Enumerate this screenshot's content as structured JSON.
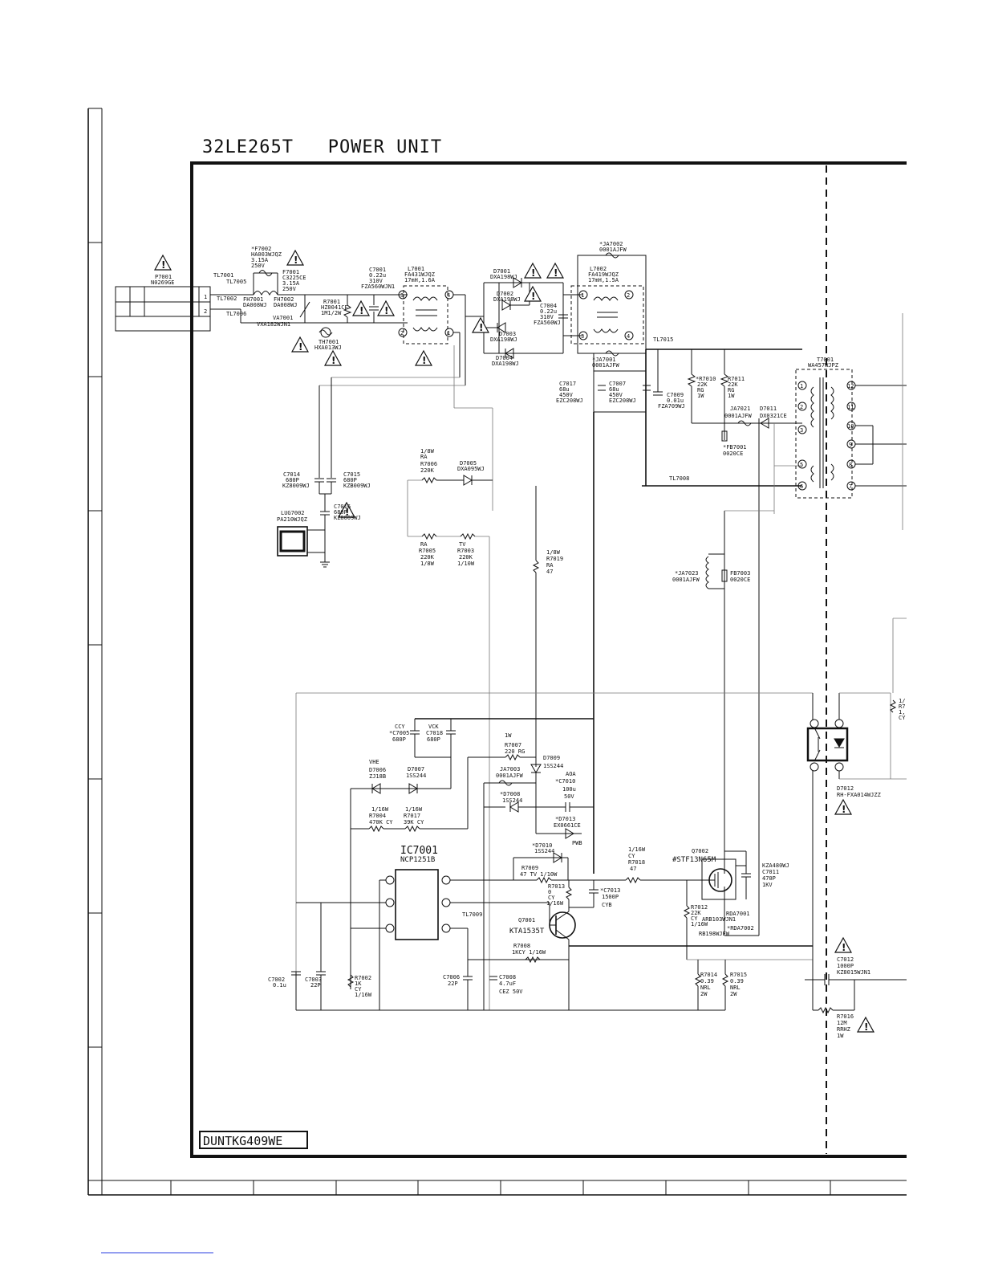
{
  "title": "32LE265T   POWER UNIT",
  "part_number": "DUNTKG409WE",
  "ic": {
    "name": "IC7001",
    "part": "NCP1251B"
  },
  "connector": {
    "ref": "P7001",
    "part": "N0269GE",
    "pin1": "1",
    "pin2": "2"
  },
  "labels": {
    "tl7001": "TL7001",
    "tl7005": "TL7005",
    "tl7002": "TL7002",
    "tl7006": "TL7006",
    "f7002": "*F7002",
    "f7002_part": "HA003WJQZ",
    "f7002_r1": "3.15A",
    "f7002_r2": "250V",
    "f7001": "F7001",
    "f7001_part": "C3225CE",
    "f7001_r1": "3.15A",
    "f7001_r2": "250V",
    "fh7001": "FH7001",
    "fh7001_part": "DA008WJ",
    "fh7002": "FH7002",
    "fh7002_part": "DA008WJ",
    "r7001": "R7001",
    "r7001_part": "HZ0041CE",
    "r7001_val": "1M1/2W",
    "va7001": "VA7001",
    "va7001_part": "VXA182WJN1",
    "th7001": "TH7001",
    "th7001_part": "HXA013WJ",
    "c7001": "C7001",
    "c7001_v1": "0.22u",
    "c7001_v2": "310V",
    "c7001_part": "FZA560WJN1",
    "l7001": "L7001",
    "l7001_part": "FA431WJQZ",
    "l7001_val": "17mH,1.6A",
    "d7001": "D7001",
    "d7001_part": "DXA198WJ",
    "d7002": "D7002",
    "d7002_part": "DXA198WJ",
    "d7003": "D7003",
    "d7003_part": "DXA198WJ",
    "d7004": "D7004",
    "d7004_part": "DXA198WJ",
    "c7004": "C7004",
    "c7004_v1": "0.22u",
    "c7004_v2": "310V",
    "c7004_part": "FZA560WJ",
    "ja7002": "*JA7002",
    "ja7002_part": "0001AJFW",
    "l7002": "L7002",
    "l7002_part": "FA419WJQZ",
    "l7002_val": "17mH,1.5A",
    "ja7001": "*JA7001",
    "ja7001_part": "0001AJFW",
    "tl7015": "TL7015",
    "c7017": "C7017",
    "c7017_v1": "68u",
    "c7017_v2": "450V",
    "c7017_part": "EZC208WJ",
    "c7007": "C7007",
    "c7007_v1": "68u",
    "c7007_v2": "450V",
    "c7007_part": "EZC208WJ",
    "c7009": "C7009",
    "c7009_v": "0.01u",
    "c7009_part": "FZA709WJ",
    "r7010": "*R7010",
    "r7010_v": "22K",
    "r7010_t": "RG",
    "r7010_w": "1W",
    "r7011": "R7011",
    "r7011_v": "22K",
    "r7011_t": "RG",
    "r7011_w": "1W",
    "ja7021": "JA7021",
    "ja7021_part": "0001AJFW",
    "d7011": "D7011",
    "d7011_part": "DX0321CE",
    "fb7001": "*FB7001",
    "fb7001_part": "0020CE",
    "t7001": "T7001",
    "t7001_part": "WA457WJPZ",
    "tl7008": "TL7008",
    "c7014": "C7014",
    "c7014_v": "680P",
    "c7014_part": "KZ8009WJ",
    "c7015": "C7015",
    "c7015_v": "680P",
    "c7015_part": "KZB009WJ",
    "c7016": "C7016",
    "c7016_v": "680P",
    "c7016_part": "KZ8009WJ",
    "lug7002": "LUG7002",
    "lug7002_part": "PA210WJQZ",
    "r7006_w": "1/8W",
    "r7006_t": "RA",
    "r7006": "R7006",
    "r7006_v": "220K",
    "d7005": "D7005",
    "d7005_part": "DXA095WJ",
    "r7005_t": "RA",
    "r7005": "R7005",
    "r7005_v": "220K",
    "r7005_w": "1/8W",
    "r7003_t": "TV",
    "r7003": "R7003",
    "r7003_v": "220K",
    "r7003_w": "1/10W",
    "r7019_w": "1/8W",
    "r7019": "R7019",
    "r7019_t": "RA",
    "r7019_v": "47",
    "ja7023": "*JA7023",
    "ja7023_part": "0001AJFW",
    "fb7003": "FB7003",
    "fb7003_part": "0020CE",
    "c7005_t": "CCY",
    "c7005": "*C7005",
    "c7005_v": "680P",
    "c7018_t": "VCK",
    "c7018": "C7018",
    "c7018_v": "680P",
    "r7007_w": "1W",
    "r7007": "R7007",
    "r7007_v": "220 RG",
    "d7009": "D7009",
    "d7009_part": "1SS244",
    "d7006_t": "VHE",
    "d7006": "D7006",
    "d7006_part": "ZJ18B",
    "d7007": "D7007",
    "d7007_part": "1SS244",
    "ja7003": "JA7003",
    "ja7003_part": "0001AJFW",
    "c7010_t": "AOA",
    "c7010": "*C7010",
    "c7010_v1": "100u",
    "c7010_v2": "50V",
    "d7008": "*D7008",
    "d7008_part": "1SS244",
    "r7004_w": "1/16W",
    "r7004": "R7004",
    "r7004_v": "470K CY",
    "r7017_w": "1/16W",
    "r7017": "R7017",
    "r7017_v": "39K CY",
    "d7013": "*D7013",
    "d7013_part": "EX0661CE",
    "pwb": "PWB",
    "d7010": "*D7010",
    "d7010_part": "1SS244",
    "r7009": "R7009",
    "r7009_v": "47 TV 1/10W",
    "r7013": "R7013",
    "r7013_v": "0",
    "r7013_t": "CY",
    "r7013_w": "1/16W",
    "c7013": "*C7013",
    "c7013_v": "1500P",
    "c7013_t": "CYB",
    "r7018_w": "1/16W",
    "r7018_t": "CY",
    "r7018": "R7018",
    "r7018_v": "47",
    "q7002": "Q7002",
    "q7002_part": "#STF13N65M",
    "c7011_part": "KZA480WJ",
    "c7011": "C7011",
    "c7011_v": "470P",
    "c7011_kv": "1KV",
    "tl7009": "TL7009",
    "q7001": "Q7001",
    "q7001_part": "KTA1535T",
    "r7012": "R7012",
    "r7012_v": "22K",
    "r7012_t": "CY",
    "r7012_w": "1/16W",
    "rda7001": "RDA7001",
    "rda7001_part": "ARB103WJN1",
    "rda7002": "*RDA7002",
    "rda7002_part": "RB198WJFW",
    "r7008": "R7008",
    "r7008_v": "1KCY 1/16W",
    "c7002": "C7002",
    "c7002_v": "0.1u",
    "c7003": "C7003",
    "c7003_v": "22P",
    "r7002": "R7002",
    "r7002_v": "1K",
    "r7002_t": "CY",
    "r7002_w": "1/16W",
    "c7006": "C7006",
    "c7006_v": "22P",
    "c7008": "C7008",
    "c7008_v": "4.7uF",
    "c7008_t": "CEZ 50V",
    "r7014": "R7014",
    "r7014_v": "0.39",
    "r7014_t": "NRL",
    "r7014_w": "2W",
    "r7015": "R7015",
    "r7015_v": "0.39",
    "r7015_t": "NRL",
    "r7015_w": "2W",
    "c7012": "C7012",
    "c7012_v": "1000P",
    "c7012_part": "KZ8015WJN1",
    "r7016": "R7016",
    "r7016_v": "12M",
    "r7016_t": "RRHZ",
    "r7016_w": "1W",
    "d7012": "D7012",
    "d7012_part": "RH-FXA014WJZZ",
    "edge1": "1/",
    "edge2": "R7",
    "edge3": "1,",
    "edge4": "CY"
  }
}
